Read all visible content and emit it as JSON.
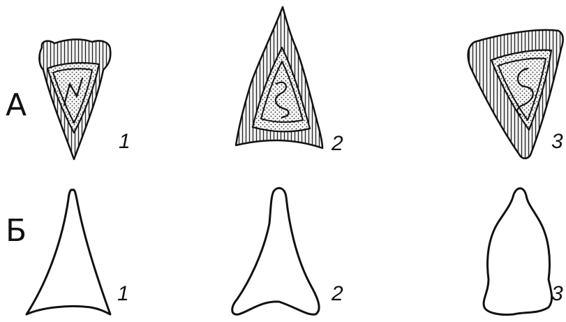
{
  "rows": {
    "a": {
      "label": "А",
      "figure_labels": [
        "1",
        "2",
        "3"
      ]
    },
    "b": {
      "label": "Б",
      "figure_labels": [
        "1",
        "2",
        "3"
      ]
    }
  },
  "icons": {
    "a1": "triangular-cross-section-icon",
    "a2": "triangular-cross-section-icon",
    "a3": "triangular-cross-section-icon",
    "b1": "triangle-outline-icon",
    "b2": "triangle-outline-icon",
    "b3": "triangle-outline-icon"
  },
  "colors": {
    "ink": "#111111",
    "background": "#ffffff"
  }
}
